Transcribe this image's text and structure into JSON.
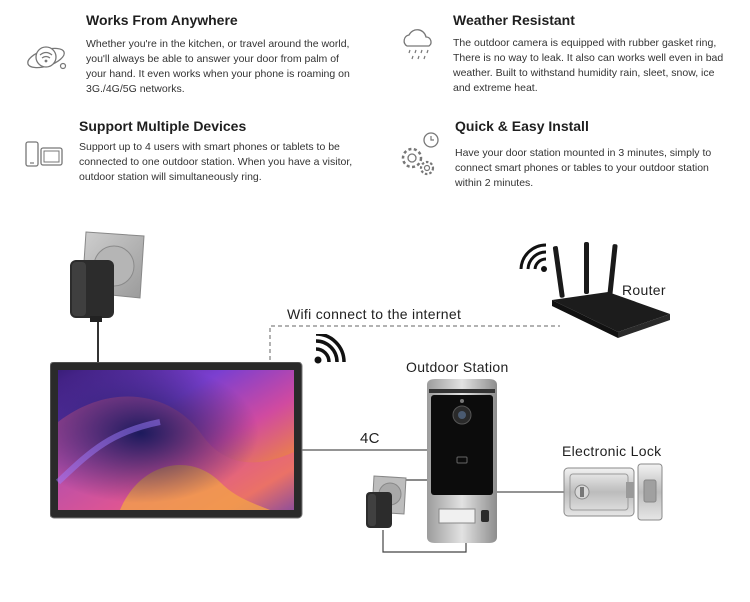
{
  "features": [
    {
      "title": "Works From Anywhere",
      "text": "Whether you're in the kitchen, or travel around the world, you'll always be able to answer your door from palm of your hand. It even works when your phone is roaming on 3G./4G/5G networks.",
      "icon": "globe-wifi-icon"
    },
    {
      "title": "Weather Resistant",
      "text": "The outdoor camera is equipped with rubber gasket ring, There is no way to leak. It also can works well even in bad weather. Built to withstand humidity rain, sleet, snow, ice and extreme heat.",
      "icon": "rain-cloud-icon"
    },
    {
      "title": "Support Multiple Devices",
      "text": "Support up to 4 users with smart phones or tablets to be connected to one outdoor station. When you have a visitor, outdoor station will simultaneously ring.",
      "icon": "phone-tablet-icon"
    },
    {
      "title": "Quick & Easy Install",
      "text": "Have your door station mounted in 3 minutes, simply to connect smart phones or tables to your outdoor station within 2 minutes.",
      "icon": "gears-clock-icon"
    }
  ],
  "diagram": {
    "wifi_label": "Wifi connect to the internet",
    "router_label": "Router",
    "outdoor_label": "Outdoor Station",
    "cable_label": "4C",
    "lock_label": "Electronic Lock"
  },
  "colors": {
    "text": "#222222",
    "line": "#555555"
  }
}
